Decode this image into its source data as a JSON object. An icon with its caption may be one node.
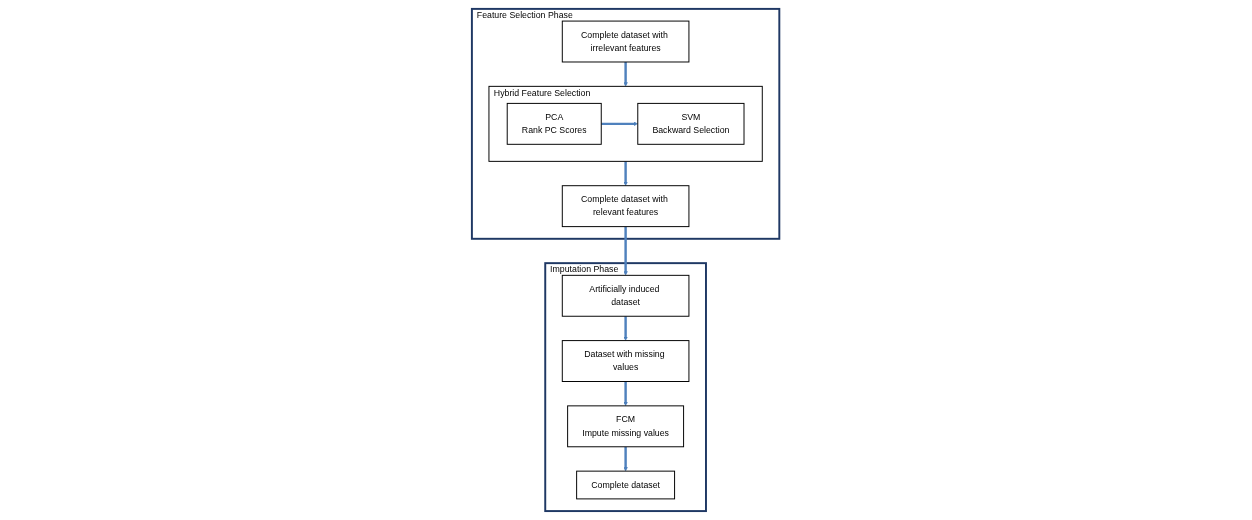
{
  "diagram": {
    "nodes": [
      {
        "text": [
          "Feature Selection Phase"
        ]
      },
      {
        "text": [
          "Complete dataset with irrelevant features"
        ],
        "in": 0
      },
      {
        "text": [
          "Hybrid Feature Selection"
        ],
        "in": 0
      },
      {
        "text": [
          "PCA",
          "Rank PC Scores"
        ],
        "in": 2
      },
      {
        "text": [
          "SVM",
          "Backward Selection"
        ],
        "in": 2
      },
      {
        "text": [
          "Complete dataset with relevant features"
        ],
        "in": 0
      },
      {
        "text": [
          "Imputation Phase"
        ]
      },
      {
        "text": [
          "Complete dataset"
        ],
        "in": 6
      },
      {
        "text": [
          "FCM",
          "Impute missing values"
        ],
        "in": 6
      },
      {
        "text": [
          "Dataset with missing values"
        ],
        "in": 6
      },
      {
        "text": [
          "Artificially induced dataset"
        ],
        "in": 6
      }
    ],
    "edges": [
      {
        "from": 1,
        "to": 2,
        "arrow": "to"
      },
      {
        "from": 3,
        "to": 4,
        "arrow": "to"
      },
      {
        "from": 2,
        "to": 5,
        "arrow": "to"
      },
      {
        "from": 5,
        "to": 10,
        "arrow": "to"
      },
      {
        "from": 10,
        "to": 9,
        "arrow": "to"
      },
      {
        "from": 9,
        "to": 8,
        "arrow": "to"
      },
      {
        "from": 8,
        "to": 7,
        "arrow": "to"
      }
    ]
  }
}
